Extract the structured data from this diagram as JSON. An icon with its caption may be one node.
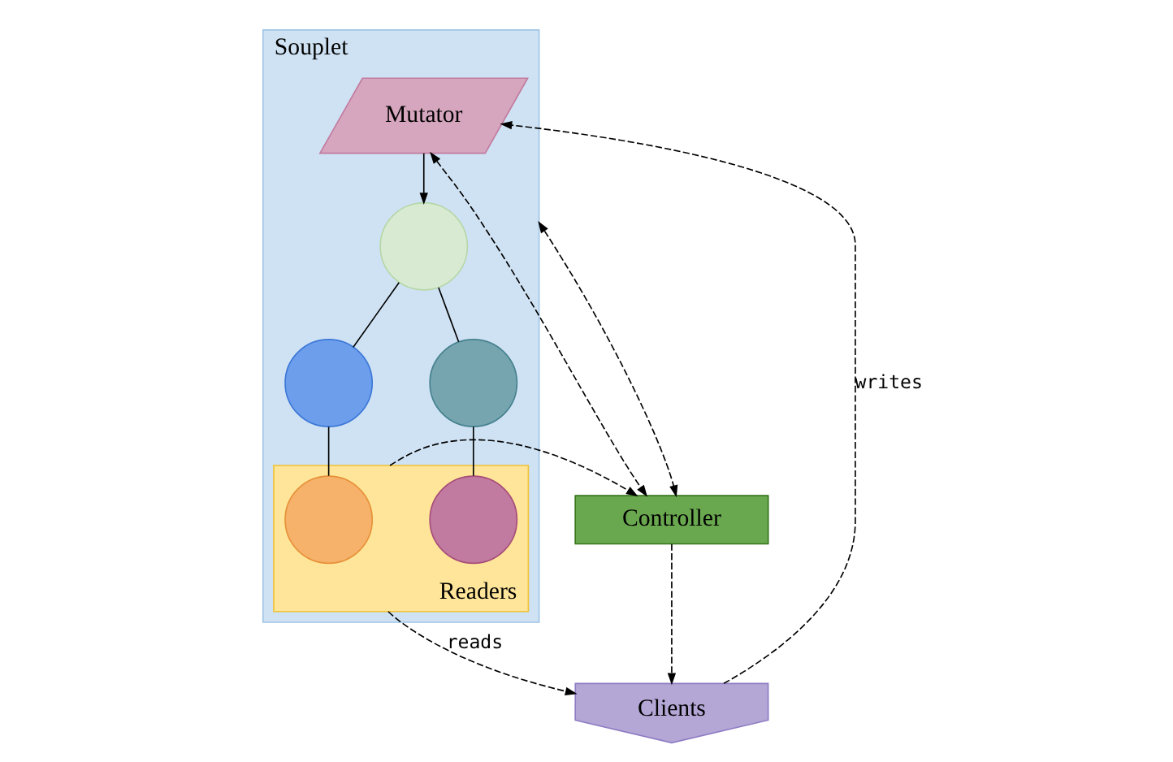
{
  "diagram": {
    "nodes": [
      {
        "text": [
          "Souplet"
        ]
      },
      {
        "text": [
          "Mutator"
        ],
        "in": 0
      },
      {
        "text": [],
        "shape": "circle",
        "in": 0
      },
      {
        "text": [],
        "shape": "circle",
        "in": 0
      },
      {
        "text": [],
        "shape": "circle",
        "in": 0
      },
      {
        "text": [
          "Readers"
        ],
        "in": 0
      },
      {
        "text": [],
        "shape": "circle",
        "in": 5
      },
      {
        "text": [],
        "shape": "circle",
        "in": 5
      },
      {
        "text": [
          "Controller"
        ]
      },
      {
        "text": [
          "Clients"
        ]
      }
    ],
    "edges": [
      {
        "from": 1,
        "to": 2,
        "arrow": "to"
      },
      {
        "from": 2,
        "to": 3,
        "arrow": "none"
      },
      {
        "from": 2,
        "to": 4,
        "arrow": "none"
      },
      {
        "from": 3,
        "to": 6,
        "arrow": "none"
      },
      {
        "from": 4,
        "to": 7,
        "arrow": "none"
      },
      {
        "from": 1,
        "to": 8,
        "arrow": "both",
        "style": "dashed"
      },
      {
        "from": 0,
        "to": 8,
        "arrow": "both",
        "style": "dashed"
      },
      {
        "from": 5,
        "to": 8,
        "arrow": "to",
        "style": "dashed"
      },
      {
        "from": 8,
        "to": 9,
        "arrow": "to",
        "style": "dashed"
      },
      {
        "from": 5,
        "to": 9,
        "arrow": "to",
        "style": "dashed",
        "label": "reads"
      },
      {
        "from": 9,
        "to": 1,
        "arrow": "to",
        "style": "dashed",
        "label": "writes"
      }
    ]
  }
}
